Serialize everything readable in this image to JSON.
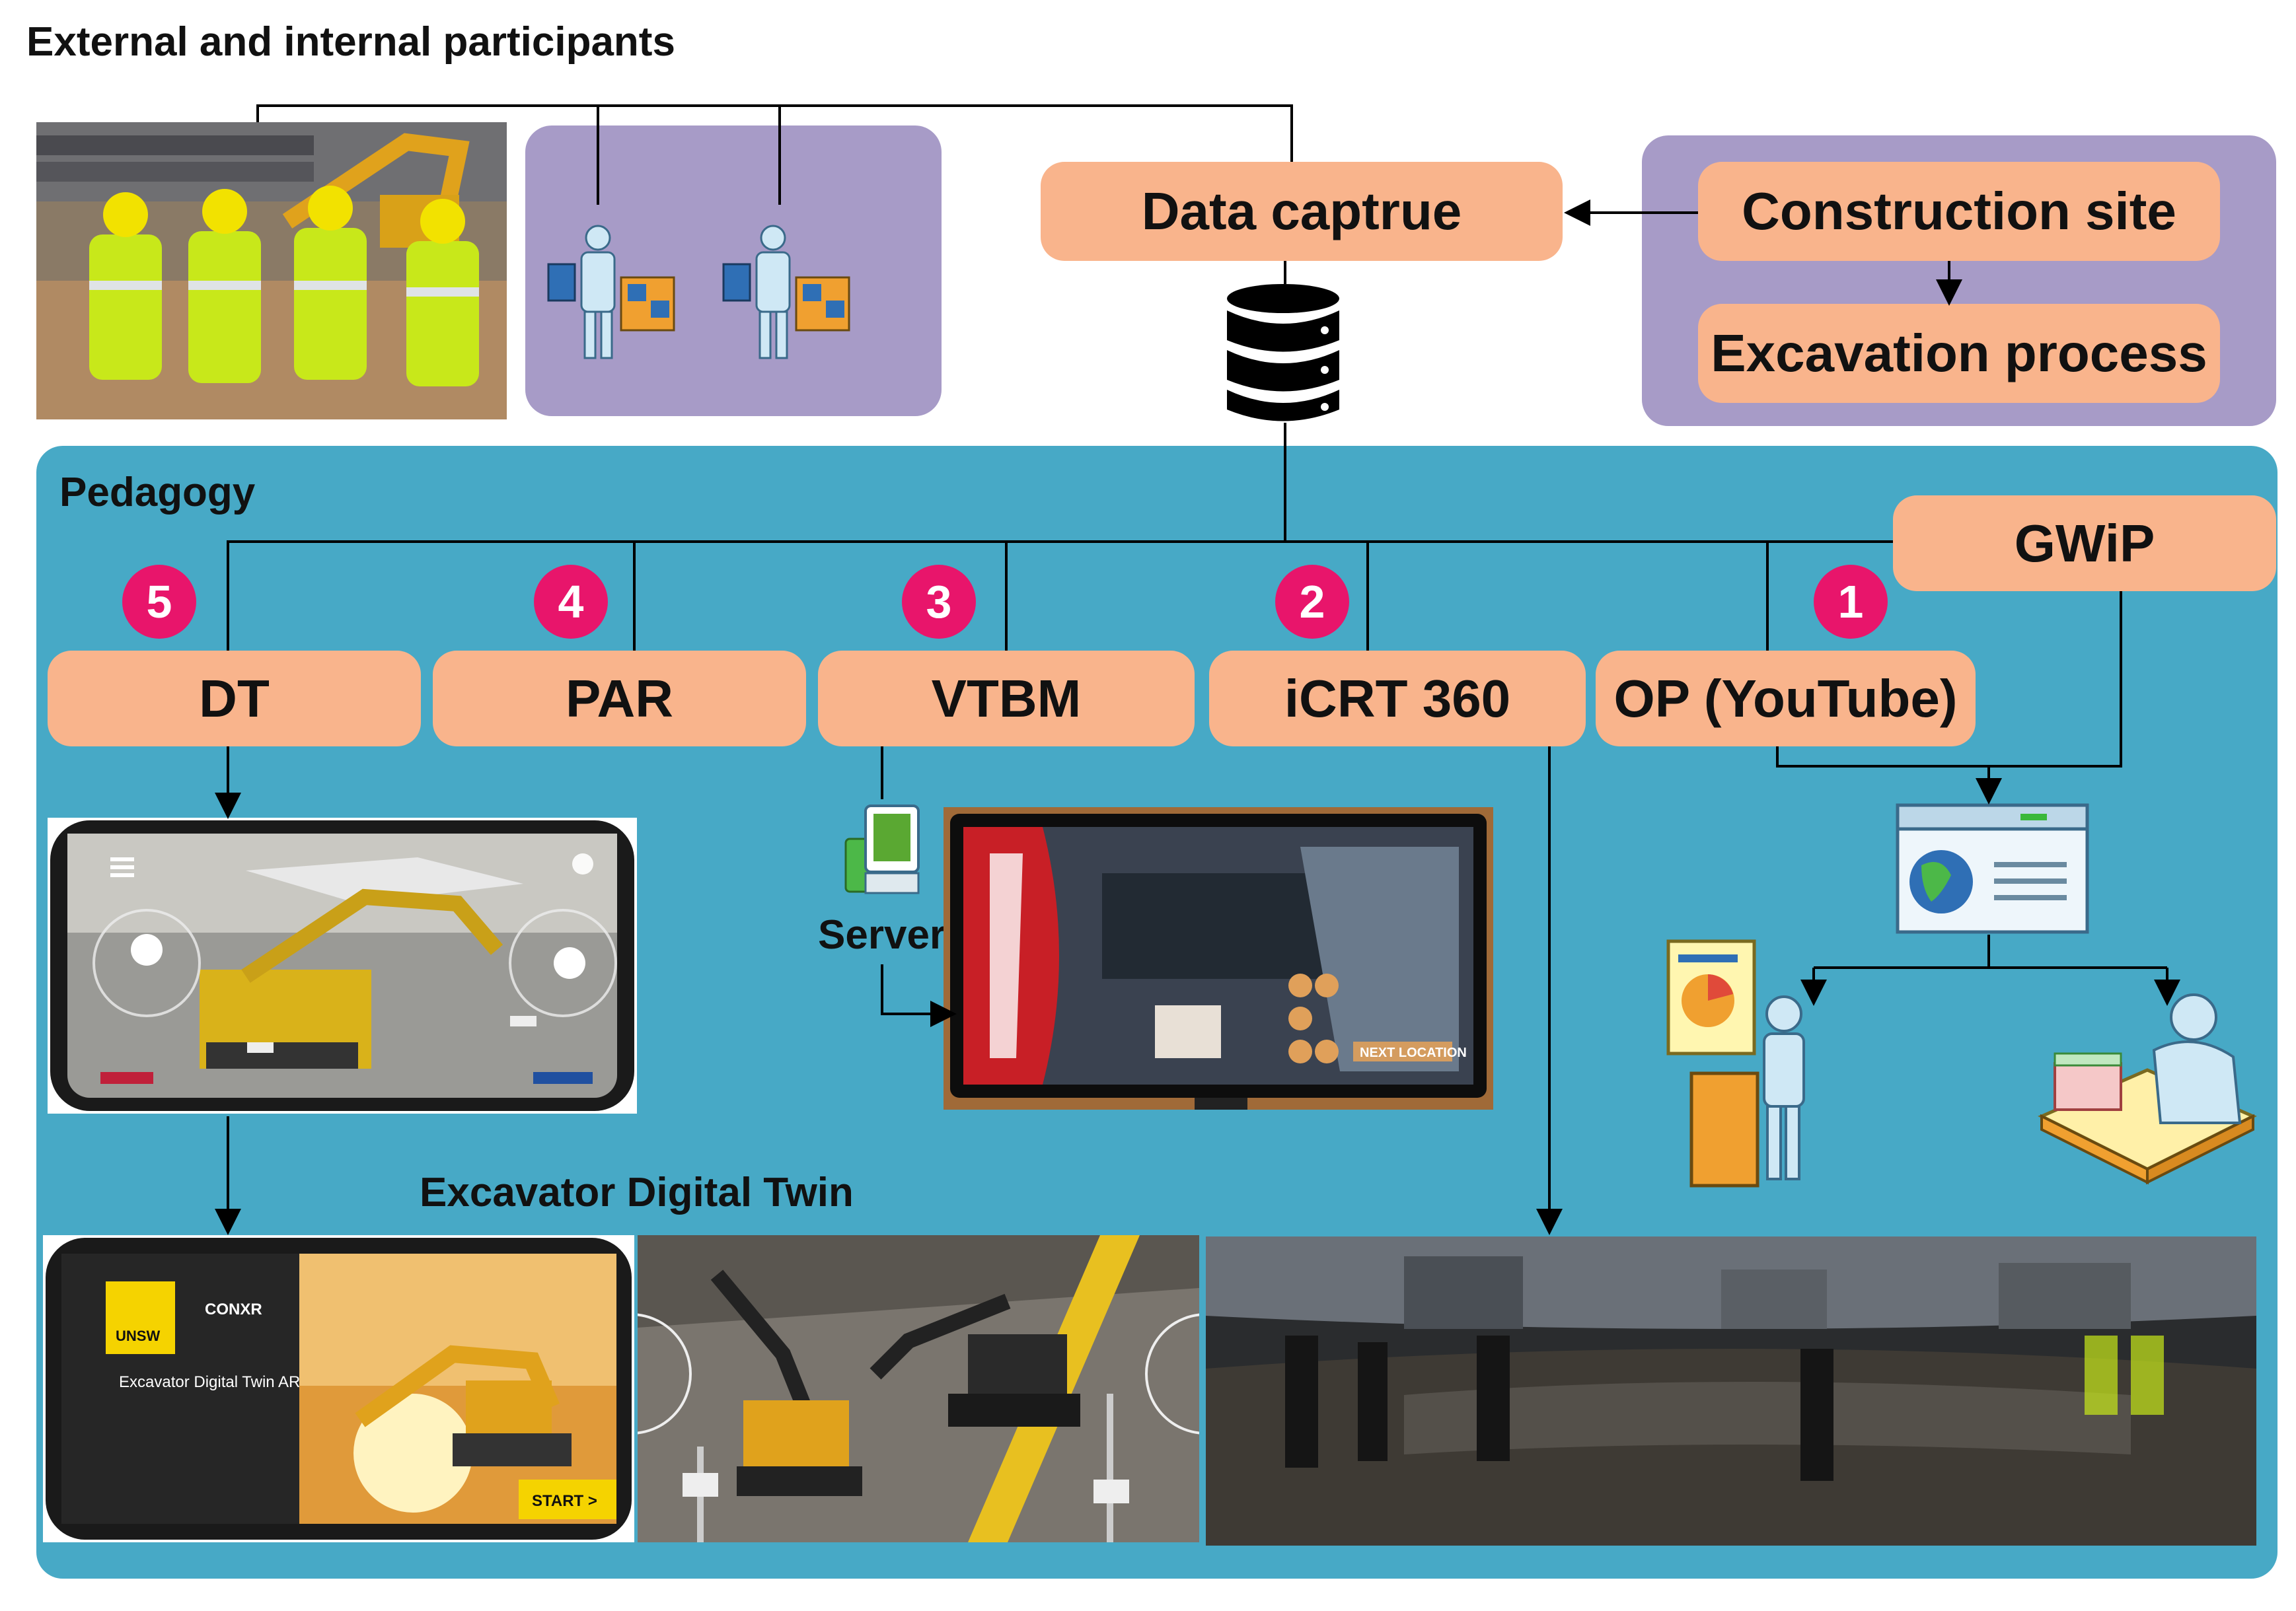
{
  "header": {
    "title": "External and internal participants"
  },
  "data_capture": {
    "label": "Data captrue"
  },
  "site": {
    "construction": "Construction site",
    "excavation": "Excavation process"
  },
  "pedagogy": {
    "label": "Pedagogy"
  },
  "gwip": {
    "label": "GWiP"
  },
  "methods": [
    {
      "badge": "5",
      "label": "DT"
    },
    {
      "badge": "4",
      "label": "PAR"
    },
    {
      "badge": "3",
      "label": "VTBM"
    },
    {
      "badge": "2",
      "label": "iCRT 360"
    },
    {
      "badge": "1",
      "label": "OP (YouTube)"
    }
  ],
  "server": {
    "label": "Server"
  },
  "digital_twin": {
    "label": "Excavator Digital Twin"
  },
  "app_screen": {
    "brand_left": "UNSW",
    "brand_right": "CONXR",
    "app_title": "Excavator Digital Twin AR",
    "start_label": "START >"
  },
  "vr_screen": {
    "next_location": "NEXT LOCATION"
  },
  "colors": {
    "salmon": "#f9b48c",
    "purple": "#a79bc7",
    "teal": "#47a9c6",
    "badge": "#e8156b",
    "vest": "#c8e81a"
  }
}
